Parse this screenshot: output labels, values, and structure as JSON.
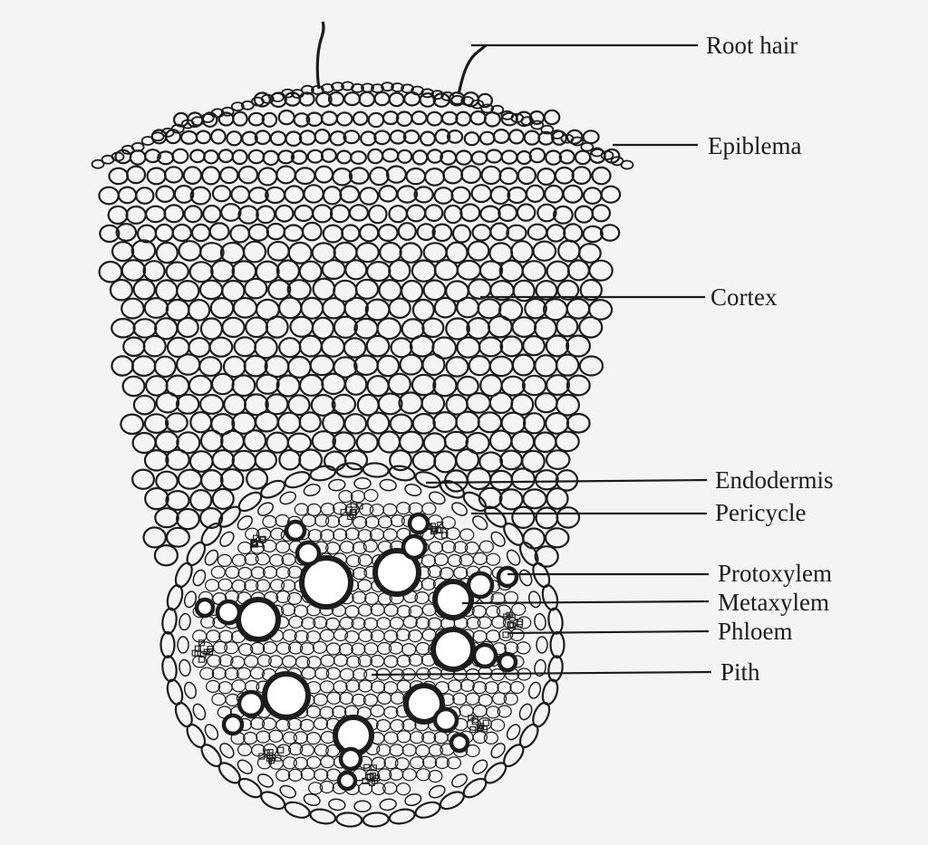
{
  "labels": {
    "root_hair": "Root hair",
    "epiblema": "Epiblema",
    "cortex": "Cortex",
    "endodermis": "Endodermis",
    "pericycle": "Pericycle",
    "protoxylem": "Protoxylem",
    "metaxylem": "Metaxylem",
    "phloem": "Phloem",
    "pith": "Pith"
  },
  "colors": {
    "ink": "#1c1c1c",
    "paper": "#f4f4f2"
  }
}
